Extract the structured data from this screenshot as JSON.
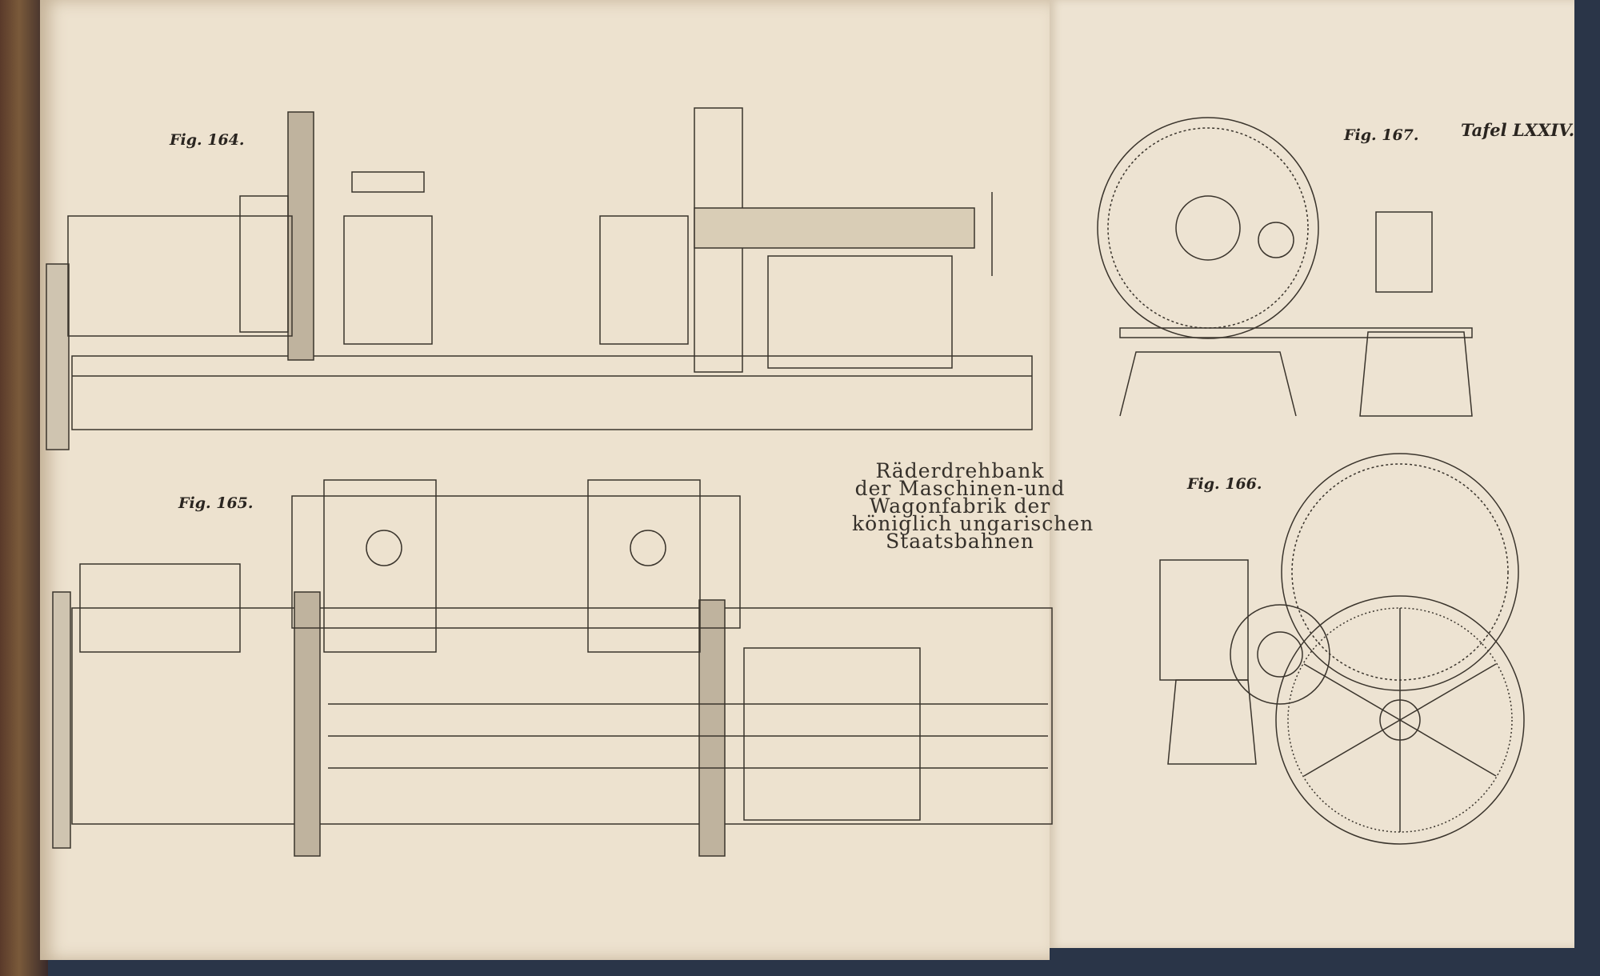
{
  "plate": "Tafel LXXIV.",
  "figures": {
    "fig164": "Fig. 164.",
    "fig165": "Fig. 165.",
    "fig166": "Fig. 166.",
    "fig167": "Fig. 167."
  },
  "title_lines": [
    "Räderdrehbank",
    "der Maschinen-und",
    "Wagonfabrik der",
    "königlich ungarischen",
    "Staatsbahnen"
  ]
}
